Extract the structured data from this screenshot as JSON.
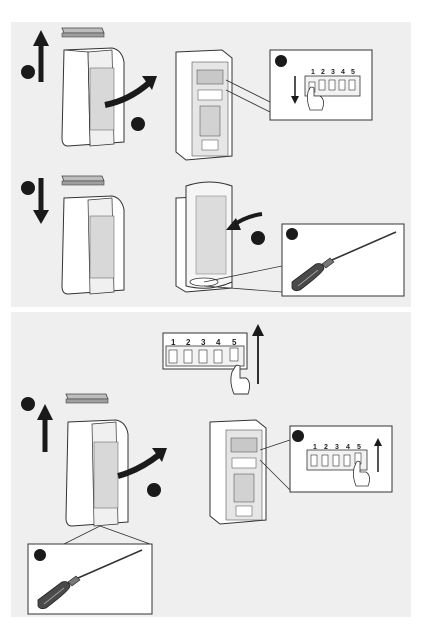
{
  "colors": {
    "panel_bg": "#efefef",
    "step_marker": "#1a1a1a",
    "line": "#333333",
    "device_body": "#ffffff",
    "device_shadow": "#cfcfcf"
  },
  "dip_switch_labels": [
    "1",
    "2",
    "3",
    "4",
    "5"
  ],
  "step_markers": {
    "count": 10
  },
  "panels": {
    "top": {
      "description_icons": [
        "up-arrow-icon",
        "curved-arrow-icon",
        "down-arrow-icon",
        "screwdriver-icon",
        "finger-press-icon"
      ]
    },
    "bottom": {
      "description_icons": [
        "up-arrow-icon",
        "curved-arrow-icon",
        "screwdriver-icon",
        "finger-press-icon"
      ]
    }
  }
}
